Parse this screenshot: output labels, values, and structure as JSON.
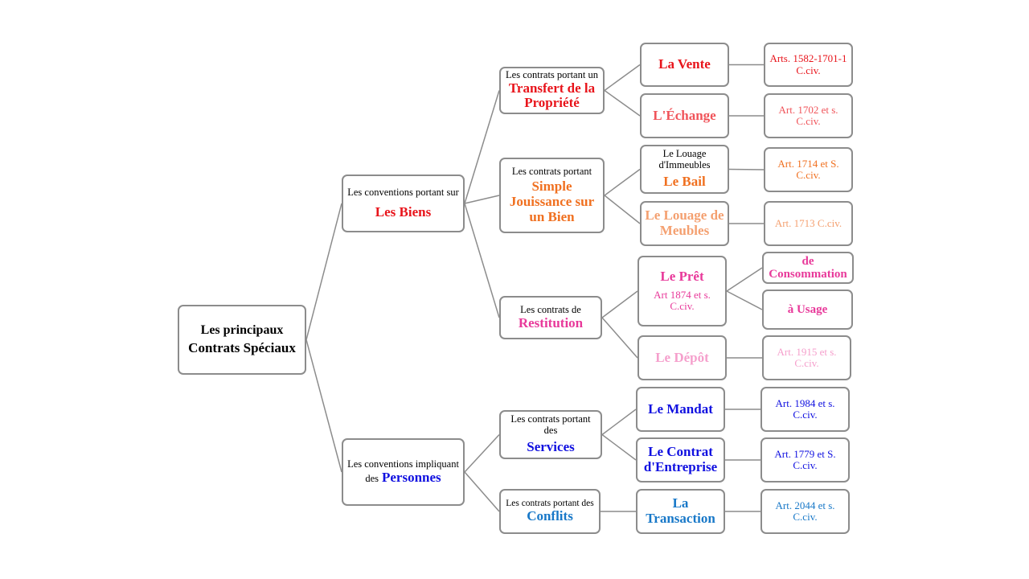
{
  "root": {
    "line1": "Les principaux",
    "line2": "Contrats Spéciaux"
  },
  "biens": {
    "prefix": "Les conventions portant sur",
    "title": "Les Biens"
  },
  "personnes": {
    "prefix": "Les conventions impliquant",
    "prefix2": "des",
    "title": "Personnes"
  },
  "transfert": {
    "prefix": "Les contrats portant un",
    "title": "Transfert de la Propriété"
  },
  "jouissance": {
    "prefix": "Les contrats portant",
    "title": "Simple Jouissance sur un Bien"
  },
  "restitution": {
    "prefix": "Les contrats de",
    "title": "Restitution"
  },
  "services": {
    "prefix": "Les contrats portant des",
    "title": "Services"
  },
  "conflits": {
    "prefix": "Les contrats portant des",
    "title": "Conflits"
  },
  "vente": {
    "title": "La Vente",
    "art": "Arts. 1582-1701-1 C.civ."
  },
  "echange": {
    "title": "L'Échange",
    "art": "Art. 1702 et s. C.civ."
  },
  "bail": {
    "prefix": "Le Louage d'Immeubles",
    "title": "Le Bail",
    "art": "Art. 1714 et S. C.civ."
  },
  "meubles": {
    "title": "Le Louage de Meubles",
    "art": "Art. 1713 C.civ."
  },
  "pret": {
    "title": "Le Prêt",
    "art": "Art 1874 et s. C.civ.",
    "sub1": "de Consommation",
    "sub2": "à Usage"
  },
  "depot": {
    "title": "Le Dépôt",
    "art": "Art. 1915 et s. C.civ."
  },
  "mandat": {
    "title": "Le Mandat",
    "art": "Art. 1984 et s. C.civ."
  },
  "entreprise": {
    "title": "Le Contrat d'Entreprise",
    "art": "Art. 1779 et S. C.civ."
  },
  "transaction": {
    "title": "La Transaction",
    "art": "Art. 2044 et s. C.civ."
  }
}
